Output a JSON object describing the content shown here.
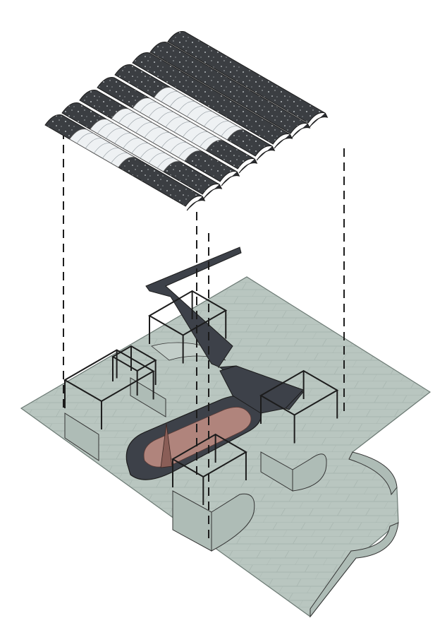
{
  "diagram": {
    "kind": "axonometric-exploded-view",
    "components": [
      {
        "id": "roof",
        "icon": "vaulted-roof-icon",
        "pattern": [
          "dark",
          "dark",
          "dark",
          "dark",
          "dark",
          "dark",
          "dark",
          "dark"
        ]
      },
      {
        "id": "walkway",
        "icon": "ramp-walkway-icon"
      },
      {
        "id": "ground",
        "icon": "paved-ground-plane-icon"
      },
      {
        "id": "pond",
        "icon": "oval-pond-icon"
      },
      {
        "id": "sculpture",
        "icon": "cone-sculpture-icon"
      },
      {
        "id": "frames",
        "icon": "steel-frame-pavilion-icon"
      },
      {
        "id": "guides",
        "icon": "dashed-projection-line-icon"
      }
    ],
    "colors": {
      "ground": "#b9c6c0",
      "ground_grid": "#a7b5ae",
      "wall": "#aebcb6",
      "roof_dark": "#3b3e42",
      "roof_glass": "#eef1f3",
      "walkway": "#3d4149",
      "pond": "#b0847c",
      "sculpture": "#8a5e57",
      "line": "#1c1c1c"
    }
  }
}
